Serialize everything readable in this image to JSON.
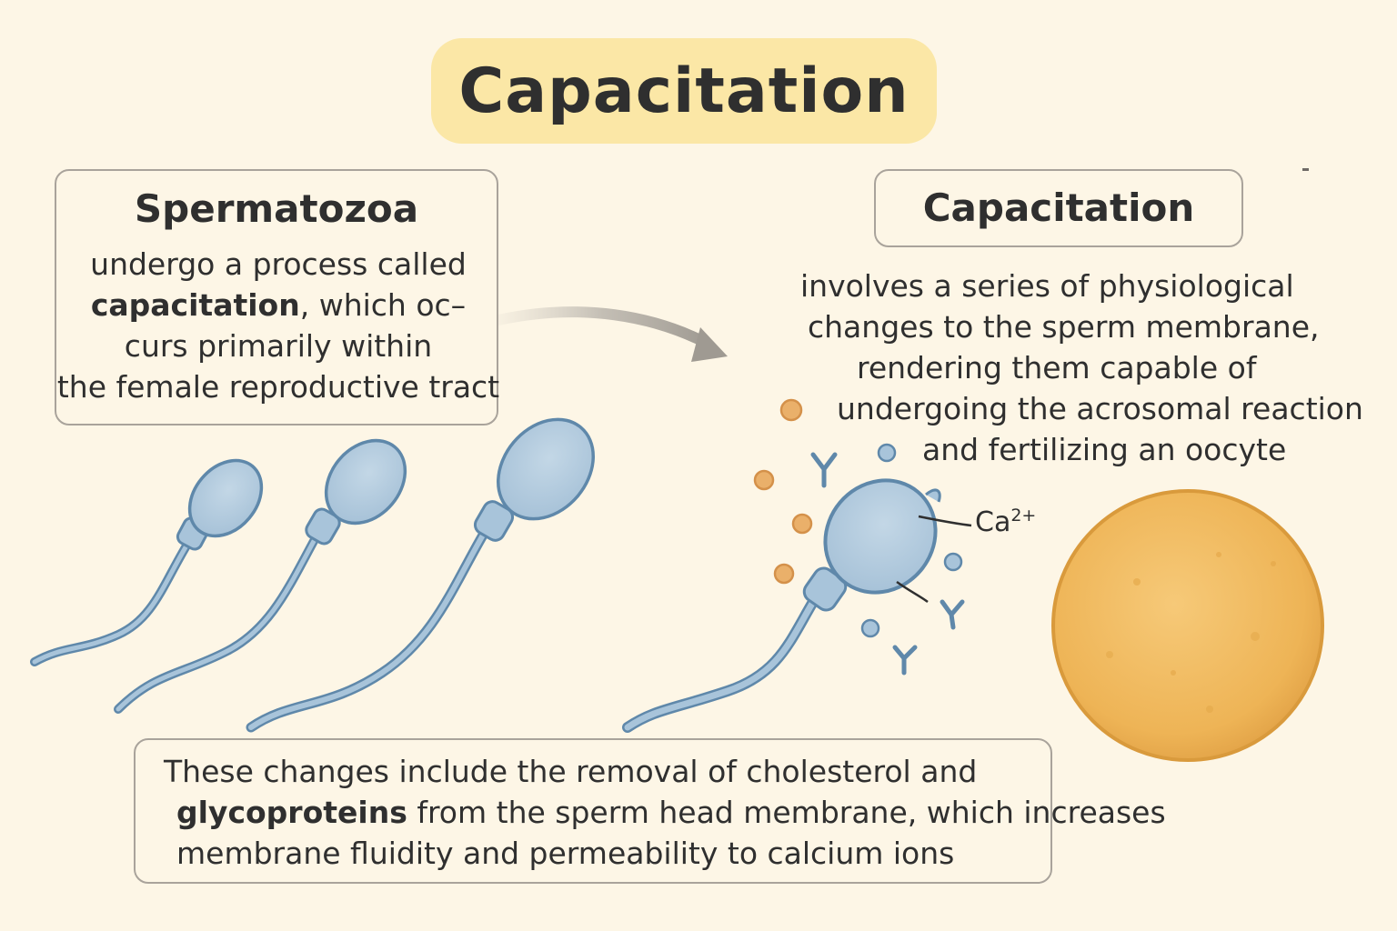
{
  "title": "Capacitation",
  "left_panel": {
    "heading": "Spermatozoa",
    "line1": "undergo a process called",
    "line2_bold": "capacitation",
    "line2_rest": ", which oc–",
    "line3": "curs primarily within",
    "line4": "the female reproductive tract"
  },
  "right_panel": {
    "heading": "Capacitation",
    "lines": [
      "involves a series of physiological",
      "changes to the sperm membrane,",
      "rendering them capable of",
      "undergoing the acrosomal reaction",
      "and fertilizing an oocyte"
    ]
  },
  "ion_label": {
    "base": "Ca",
    "superscript": "2+"
  },
  "bottom_panel": {
    "line1": "These changes include the removal of cholesterol and",
    "line2_bold": "glycoproteins",
    "line2_rest": " from the sperm head membrane, which increases",
    "line3": "membrane fluidity and permeability to calcium ions"
  },
  "colors": {
    "background": "#fdf6e6",
    "title_fill": "#fbe7a6",
    "sperm_fill": "#a8c4da",
    "sperm_stroke": "#5f88aa",
    "oocyte_fill": "#f0b95a",
    "orange_dot": "#eab06a",
    "blue_dot": "#a8c4da",
    "box_border": "#a9a39b"
  },
  "icons": [
    "sperm-icon",
    "oocyte-icon",
    "arrow-icon",
    "glycoprotein-icon",
    "calcium-ion-icon"
  ]
}
